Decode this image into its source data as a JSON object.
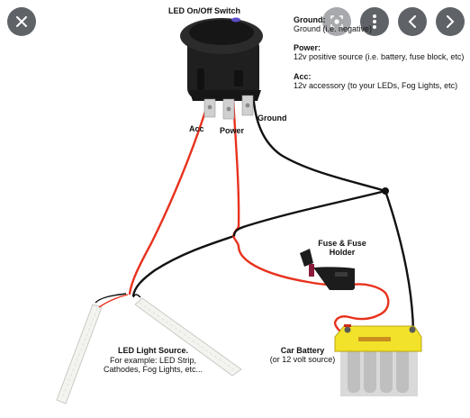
{
  "switch_title": "LED On/Off Switch",
  "legend": {
    "ground_heading": "Ground:",
    "ground_desc": "Ground (i.e. negative)",
    "power_heading": "Power:",
    "power_desc": "12v positive source (i.e. battery, fuse block, etc)",
    "acc_heading": "Acc:",
    "acc_desc": "12v accessory (to your LEDs, Fog Lights, etc)"
  },
  "terminals": {
    "acc": "Acc",
    "power": "Power",
    "ground": "Ground"
  },
  "fuse": {
    "line1": "Fuse & Fuse",
    "line2": "Holder"
  },
  "led": {
    "title": "LED Light Source.",
    "line1": "For example: LED Strip,",
    "line2": "Cathodes, Fog Lights, etc..."
  },
  "battery": {
    "title": "Car Battery",
    "subtitle": "(or 12 volt source)"
  },
  "overlay_buttons": [
    "close-icon",
    "lens-icon",
    "more-vert-icon",
    "chevron-left-icon",
    "chevron-right-icon"
  ],
  "colors": {
    "red_wire": "#e8321e",
    "black_wire": "#111111",
    "battery_top": "#f2e32a",
    "battery_body": "#d9d9d9",
    "switch_body": "#2b2b2b",
    "switch_led": "#5b4bc8",
    "fuse_holder": "#1c1c1c",
    "fuse_cap": "#8a1a3a",
    "overlay": "#5f6368"
  }
}
